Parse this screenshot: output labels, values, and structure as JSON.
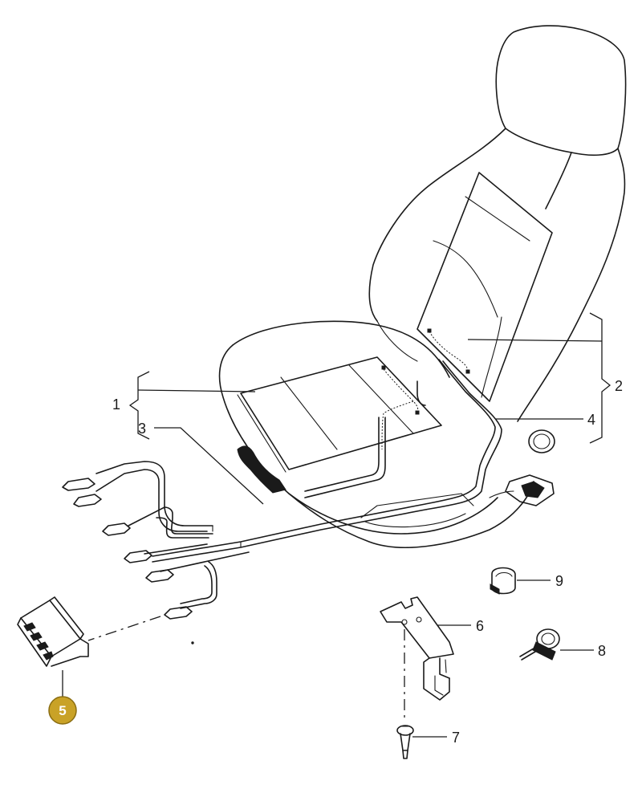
{
  "callouts": [
    {
      "id": "1",
      "label": "1"
    },
    {
      "id": "2",
      "label": "2"
    },
    {
      "id": "3",
      "label": "3"
    },
    {
      "id": "4",
      "label": "4"
    },
    {
      "id": "5",
      "label": "5",
      "highlighted": true
    },
    {
      "id": "6",
      "label": "6"
    },
    {
      "id": "7",
      "label": "7"
    },
    {
      "id": "8",
      "label": "8"
    },
    {
      "id": "9",
      "label": "9"
    }
  ],
  "colors": {
    "line": "#1a1a1a",
    "highlight": "#c9a227",
    "highlight_border": "#8a6d12",
    "background": "#ffffff"
  }
}
